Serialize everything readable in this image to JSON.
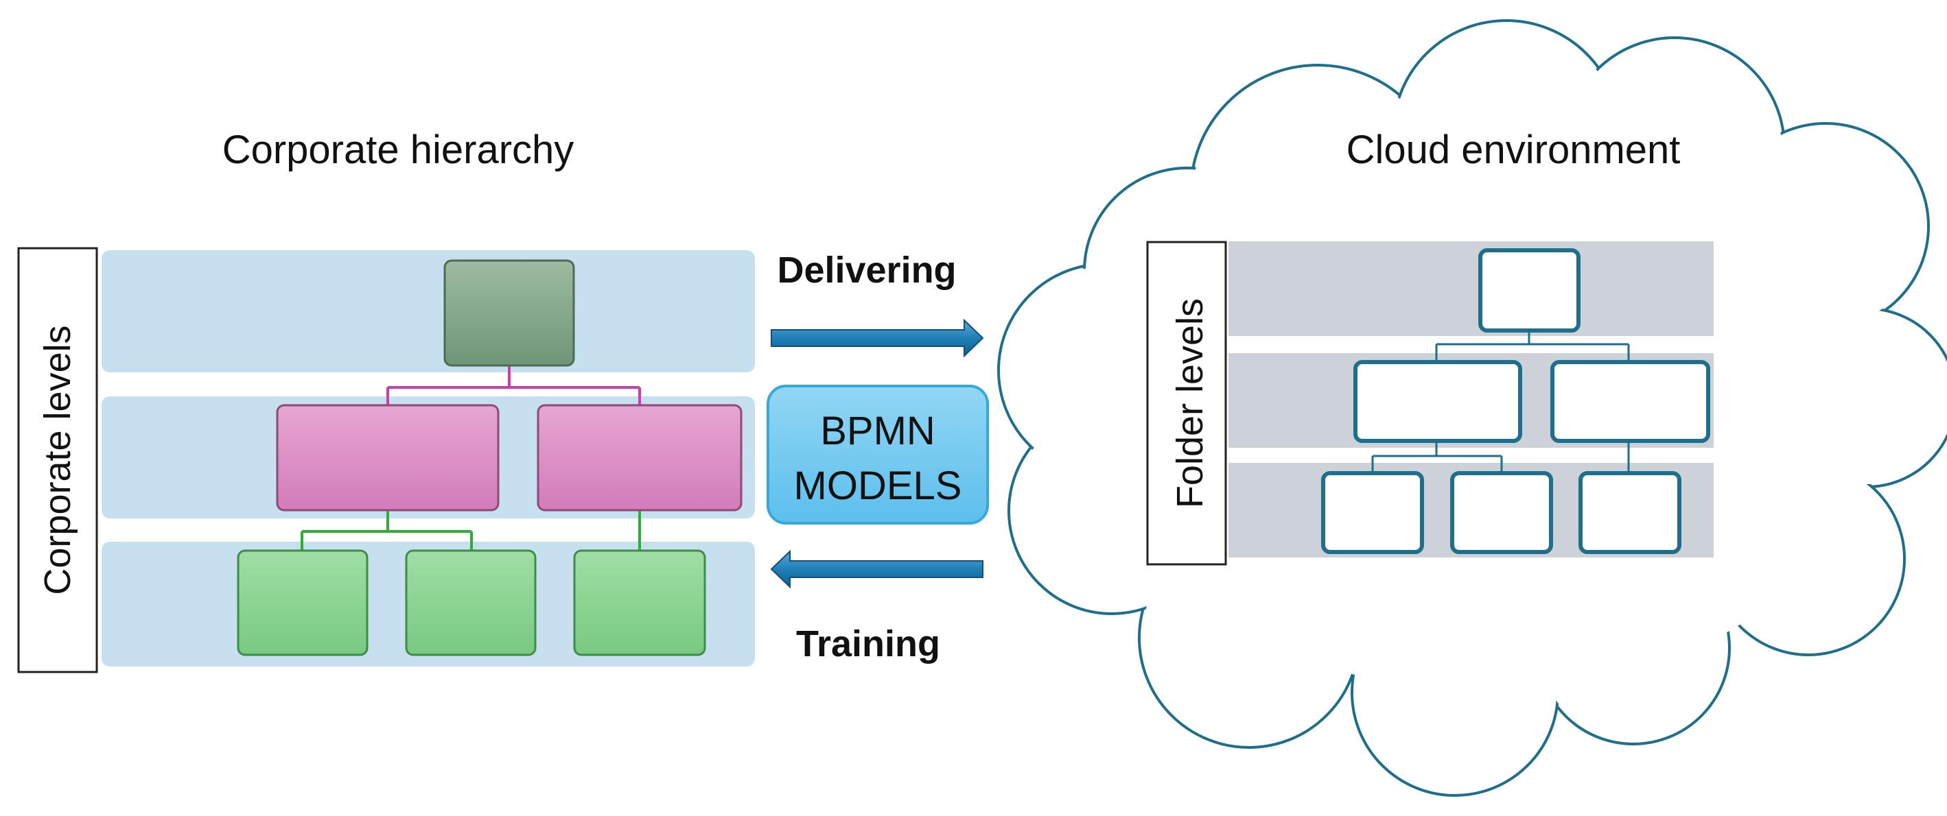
{
  "left_panel": {
    "title": "Corporate hierarchy",
    "axis_label": "Corporate levels",
    "band_color": "#c6e0ef",
    "top_node_color": "#86aa8e",
    "middle_node_color": "#dc94c6",
    "bottom_node_color": "#8fd496",
    "middle_connector_color": "#cc3fa8",
    "bottom_connector_color": "#2fae36"
  },
  "center": {
    "upper_arrow_label": "Delivering",
    "lower_arrow_label": "Training",
    "arrow_color": "#1f7fb7",
    "models_box": {
      "line1": "BPMN",
      "line2": "MODELS",
      "fill": "#7dcdf1"
    }
  },
  "right_panel": {
    "title": "Cloud environment",
    "axis_label": "Folder levels",
    "cloud_stroke": "#1d6f8b",
    "band_color": "#cdd2d9",
    "node_stroke": "#1d6f8b"
  }
}
